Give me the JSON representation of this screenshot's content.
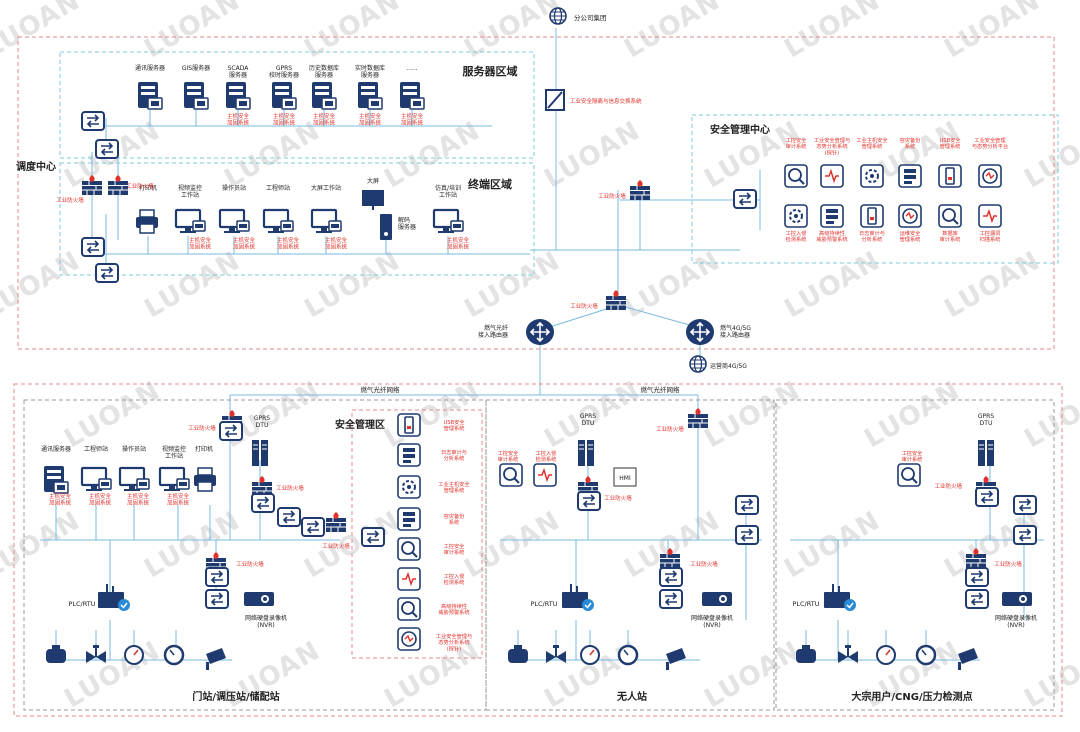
{
  "watermark": "LUOAN",
  "top": {
    "internet": "分公司集团",
    "switch": "工业安全隔离与信息交换系统",
    "isp": "运营商4G/5G"
  },
  "dispatch": {
    "label": "调度中心",
    "server_area": "服务器区域",
    "terminal_area": "终端区域",
    "servers": [
      {
        "name": "通讯服务器",
        "note": ""
      },
      {
        "name": "GIS服务器",
        "note": ""
      },
      {
        "name": "SCADA\n服务器",
        "note": "主机安全\n加固系统"
      },
      {
        "name": "GPRS\n校时服务器",
        "note": "主机安全\n加固系统"
      },
      {
        "name": "历史数据库\n服务器",
        "note": "主机安全\n加固系统"
      },
      {
        "name": "实时数据库\n服务器",
        "note": "主机安全\n加固系统"
      },
      {
        "name": "......",
        "note": "主机安全\n加固系统"
      }
    ],
    "terminals": [
      {
        "name": "打印机",
        "note": ""
      },
      {
        "name": "视频监控\n工作站",
        "note": "主机安全\n加固系统"
      },
      {
        "name": "操作员站",
        "note": "主机安全\n加固系统"
      },
      {
        "name": "工程师站",
        "note": "主机安全\n加固系统"
      },
      {
        "name": "大屏工作站",
        "note": "主机安全\n加固系统"
      },
      {
        "name": "仿真/培训\n工作站",
        "note": "主机安全\n加固系统"
      }
    ],
    "bigscreen": "大屏",
    "decoder": "解码\n服务器",
    "fw_left1": "工业防火墙",
    "fw_left2": "工业防火墙",
    "fw_center": "工业防火墙",
    "fw_lower": "工业防火墙"
  },
  "security_center": {
    "title": "安全管理中心",
    "top_items": [
      "工控安全\n审计系统",
      "工业安全管理与\n态势分析系统\n(探针)",
      "工业主机安全\n管理系统",
      "容灾备份\n系统",
      "USB安全\n管理系统",
      "工业安全管理\n与态势分析平台"
    ],
    "bottom_items": [
      "工控入侵\n检测系统",
      "高级持续性\n威胁预警系统",
      "日志审计与\n分析系统",
      "运维安全\n管理系统",
      "数据库\n审计系统",
      "工控漏洞\n扫描系统"
    ]
  },
  "routers": {
    "fiber": "燃气光纤\n接入路由器",
    "cell": "燃气4G/5G\n接入路由器"
  },
  "network_labels": {
    "left": "燃气光纤网络",
    "right": "燃气光纤网络"
  },
  "station1": {
    "title": "门站/调压站/储配站",
    "devices": [
      {
        "name": "通讯服务器",
        "note": "主机安全\n加固系统"
      },
      {
        "name": "工程师站",
        "note": "主机安全\n加固系统"
      },
      {
        "name": "操作员站",
        "note": "主机安全\n加固系统"
      },
      {
        "name": "视频监控\n工作站",
        "note": "主机安全\n加固系统"
      },
      {
        "name": "打印机",
        "note": ""
      }
    ],
    "gprs": "GPRS\nDTU",
    "fw_top": "工业防火墙",
    "fw_mid": "工业防火墙",
    "fw_right": "工业防火墙",
    "fw_low": "工业防火墙",
    "plc": "PLC/RTU",
    "nvr": "网络硬盘录像机\n(NVR)"
  },
  "sec_zone": {
    "title": "安全管理区",
    "items": [
      "USB安全\n管理系统",
      "日志审计与\n分析系统",
      "工业主机安全\n管理系统",
      "容灾备份\n系统",
      "工控安全\n审计系统",
      "工控入侵\n检测系统",
      "高级持续性\n威胁预警系统",
      "工业安全管理与\n态势分析系统\n(探针)"
    ]
  },
  "station2": {
    "title": "无人站",
    "audit": "工控安全\n审计系统",
    "ids": "工控入侵\n检测系统",
    "gprs": "GPRS\nDTU",
    "hmi": "HMI",
    "fw_top": "工业防火墙",
    "fw_mid": "工业防火墙",
    "fw_low": "工业防火墙",
    "plc": "PLC/RTU",
    "nvr": "网络硬盘录像机\n(NVR)"
  },
  "station3": {
    "title": "大宗用户/CNG/压力检测点",
    "audit": "工控安全\n审计系统",
    "gprs": "GPRS\nDTU",
    "fw_mid": "工业防火墙",
    "fw_low": "工业防火墙",
    "plc": "PLC/RTU",
    "nvr": "网络硬盘录像机\n(NVR)"
  },
  "colors": {
    "navy": "#1f3a6e",
    "line": "#7ab8e0",
    "red": "#e0322d",
    "dash": "#7ecbdc"
  }
}
